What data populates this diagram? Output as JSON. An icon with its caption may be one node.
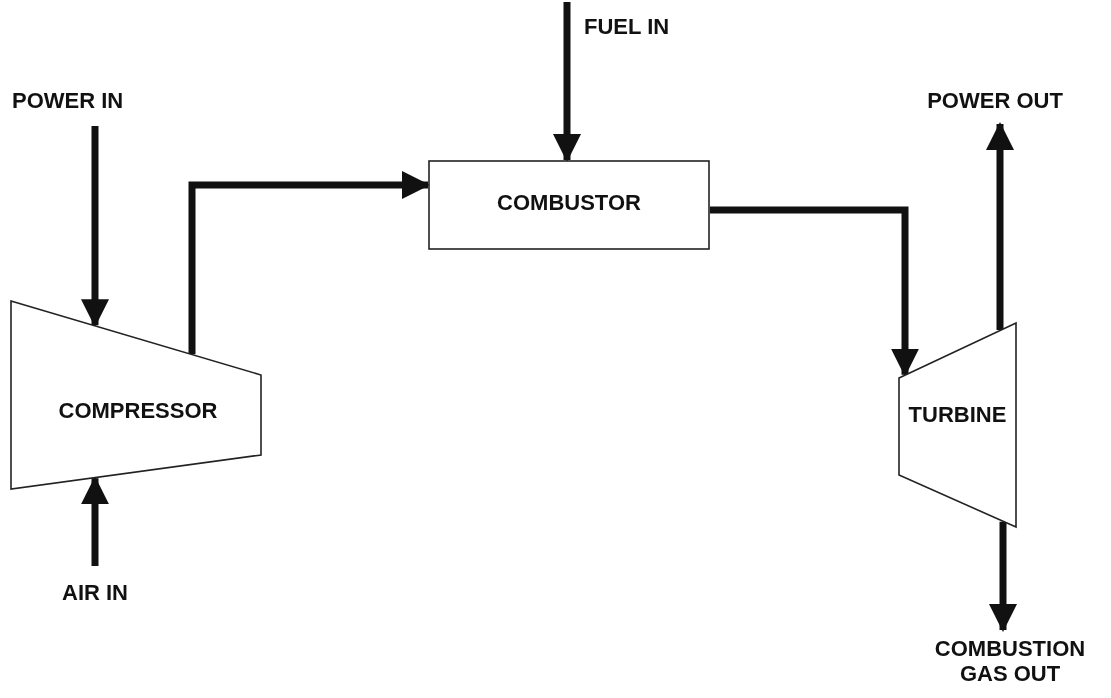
{
  "diagram": {
    "nodes": [
      {
        "text": [
          "COMBUSTOR"
        ]
      },
      {
        "text": [
          "COMPRESSOR"
        ]
      },
      {
        "text": [
          "TURBINE"
        ]
      },
      {
        "text": [
          "FUEL IN"
        ]
      },
      {
        "text": [
          "POWER IN"
        ]
      },
      {
        "text": [
          "AIR IN"
        ]
      },
      {
        "text": [
          "POWER OUT"
        ]
      },
      {
        "text": [
          "COMBUSTION GAS OUT"
        ]
      }
    ],
    "edges": [
      {
        "from": 3,
        "to": 0,
        "arrow": "to"
      },
      {
        "from": 4,
        "to": 1,
        "arrow": "to"
      },
      {
        "from": 5,
        "to": 1,
        "arrow": "to"
      },
      {
        "from": 1,
        "to": 0,
        "arrow": "to"
      },
      {
        "from": 0,
        "to": 2,
        "arrow": "to"
      },
      {
        "from": 2,
        "to": 6,
        "arrow": "to"
      },
      {
        "from": 2,
        "to": 7,
        "arrow": "to"
      }
    ]
  }
}
